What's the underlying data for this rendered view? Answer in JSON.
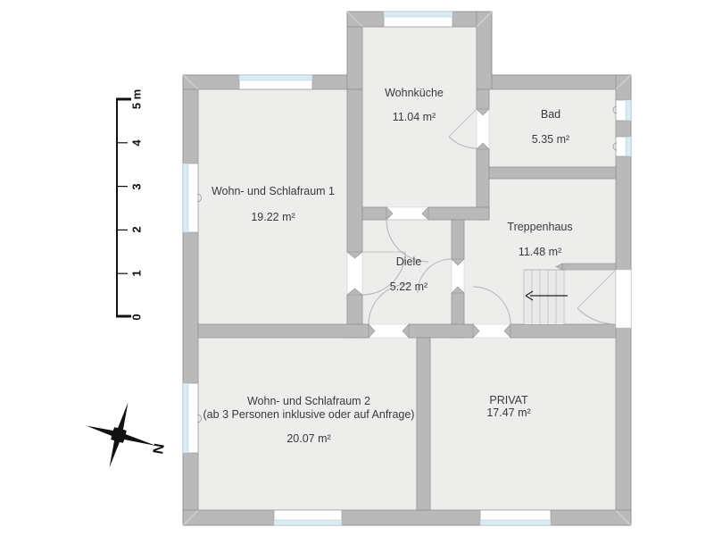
{
  "floor_plan": {
    "rooms": [
      {
        "name": "Wohn- und Schlafraum 1",
        "area": "19.22 m²"
      },
      {
        "name": "Wohnküche",
        "area": "11.04 m²"
      },
      {
        "name": "Bad",
        "area": "5.35 m²"
      },
      {
        "name": "Treppenhaus",
        "area": "11.48 m²"
      },
      {
        "name": "Diele",
        "area": "5.22 m²"
      },
      {
        "name": "Wohn- und Schlafraum 2",
        "note": "(ab 3 Personen inklusive oder auf Anfrage)",
        "area": "20.07 m²"
      },
      {
        "name": "PRIVAT",
        "area": "17.47 m²"
      }
    ],
    "scale_bar": {
      "labels": [
        "5 m",
        "4",
        "3",
        "2",
        "1",
        "0"
      ]
    },
    "compass": {
      "north_label": "N"
    },
    "colors": {
      "wall": "#b9b9b9",
      "room_fill": "#ededec",
      "window_glass": "#d9eaf2",
      "door_arc": "#b3b3b3",
      "scale_bar": "#111111"
    }
  }
}
